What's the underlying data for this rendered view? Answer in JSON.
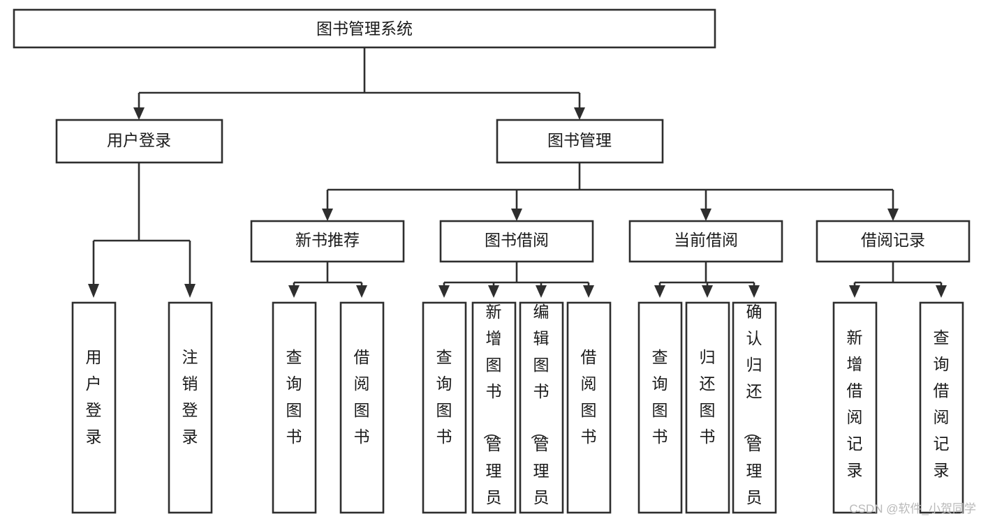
{
  "diagram": {
    "title": "图书管理系统",
    "type": "tree-hierarchy",
    "watermark": "CSDN @软件_小贺同学",
    "colors": {
      "stroke": "#2e2e2e",
      "fill": "#ffffff",
      "text": "#1a1a1a",
      "watermark": "#b9b9b9",
      "background": "#ffffff"
    },
    "root": {
      "id": "root",
      "label": "图书管理系统",
      "orientation": "horizontal"
    },
    "level2": [
      {
        "id": "user-login",
        "label": "用户登录",
        "orientation": "horizontal"
      },
      {
        "id": "book-management",
        "label": "图书管理",
        "orientation": "horizontal"
      }
    ],
    "level3": [
      {
        "id": "new-book-recommend",
        "label": "新书推荐",
        "orientation": "horizontal",
        "parent": "book-management"
      },
      {
        "id": "book-borrow",
        "label": "图书借阅",
        "orientation": "horizontal",
        "parent": "book-management"
      },
      {
        "id": "current-borrow",
        "label": "当前借阅",
        "orientation": "horizontal",
        "parent": "book-management"
      },
      {
        "id": "borrow-record",
        "label": "借阅记录",
        "orientation": "horizontal",
        "parent": "book-management"
      }
    ],
    "leaves": [
      {
        "id": "leaf-user-login",
        "label": "用户登录",
        "orientation": "vertical",
        "parent": "user-login"
      },
      {
        "id": "leaf-logout",
        "label": "注销登录",
        "orientation": "vertical",
        "parent": "user-login"
      },
      {
        "id": "leaf-query-book-1",
        "label": "查询图书",
        "orientation": "vertical",
        "parent": "new-book-recommend"
      },
      {
        "id": "leaf-borrow-book-1",
        "label": "借阅图书",
        "orientation": "vertical",
        "parent": "new-book-recommend"
      },
      {
        "id": "leaf-query-book-2",
        "label": "查询图书",
        "orientation": "vertical",
        "parent": "book-borrow"
      },
      {
        "id": "leaf-add-book",
        "label": "新增图书（管理员）",
        "orientation": "vertical",
        "parent": "book-borrow"
      },
      {
        "id": "leaf-edit-book",
        "label": "编辑图书（管理员）",
        "orientation": "vertical",
        "parent": "book-borrow"
      },
      {
        "id": "leaf-borrow-book-2",
        "label": "借阅图书",
        "orientation": "vertical",
        "parent": "book-borrow"
      },
      {
        "id": "leaf-query-book-3",
        "label": "查询图书",
        "orientation": "vertical",
        "parent": "current-borrow"
      },
      {
        "id": "leaf-return-book",
        "label": "归还图书",
        "orientation": "vertical",
        "parent": "current-borrow"
      },
      {
        "id": "leaf-confirm-return",
        "label": "确认归还（管理员）",
        "orientation": "vertical",
        "parent": "current-borrow"
      },
      {
        "id": "leaf-add-record",
        "label": "新增借阅记录",
        "orientation": "vertical",
        "parent": "borrow-record"
      },
      {
        "id": "leaf-query-record",
        "label": "查询借阅记录",
        "orientation": "vertical",
        "parent": "borrow-record"
      }
    ]
  }
}
